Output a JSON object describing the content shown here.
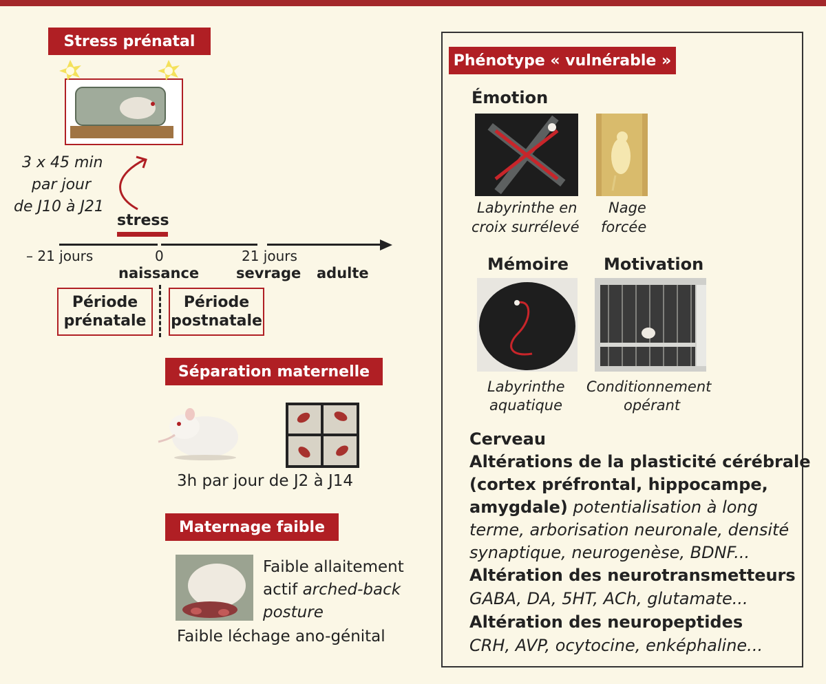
{
  "left": {
    "stress_prenatal": "Stress prénatal",
    "schedule": [
      "3 x 45 min",
      "par jour",
      "de J10 à J21"
    ],
    "stress_label": "stress",
    "timeline": {
      "minus21": "– 21 jours",
      "zero": "0",
      "plus21": "21 jours",
      "birth": "naissance",
      "weaning": "sevrage",
      "adult": "adulte"
    },
    "period_prenatal": [
      "Période",
      "prénatale"
    ],
    "period_postnatal": [
      "Période",
      "postnatale"
    ],
    "separation": "Séparation maternelle",
    "separation_caption": "3h par jour de J2 à J14",
    "maternage": "Maternage faible",
    "maternage_line1": "Faible allaitement",
    "maternage_line2a": "actif ",
    "maternage_line2b": "arched-back",
    "maternage_line3": "posture",
    "maternage_line4": "Faible léchage ano-génital"
  },
  "right": {
    "title": "Phénotype « vulnérable »",
    "emotion": "Émotion",
    "emotion_captions": [
      [
        "Labyrinthe en",
        "croix surrélevé"
      ],
      [
        "Nage",
        "forcée"
      ]
    ],
    "memoire": "Mémoire",
    "motivation": "Motivation",
    "mem_captions": [
      [
        "Labyrinthe",
        "aquatique"
      ],
      [
        "Conditionnement",
        "opérant"
      ]
    ],
    "cerveau": "Cerveau",
    "plasticity_1": "Altérations de la plasticité cérébrale",
    "plasticity_2": "(cortex préfrontal, hippocampe,",
    "plasticity_3a": "amygdale)",
    "plasticity_3b": " potentialisation à long",
    "plasticity_4": "terme, arborisation neuronale, densité",
    "plasticity_5": "synaptique, neurogenèse, BDNF...",
    "neurotrans_title": "Altération des neurotransmetteurs",
    "neurotrans_list": "GABA, DA, 5HT, ACh, glutamate...",
    "neuropep_title": "Altération des neuropeptides",
    "neuropep_list": "CRH, AVP, ocytocine, enképhaline..."
  },
  "colors": {
    "accent_red": "#b01f24",
    "background": "#fbf7e6",
    "text": "#222222"
  }
}
